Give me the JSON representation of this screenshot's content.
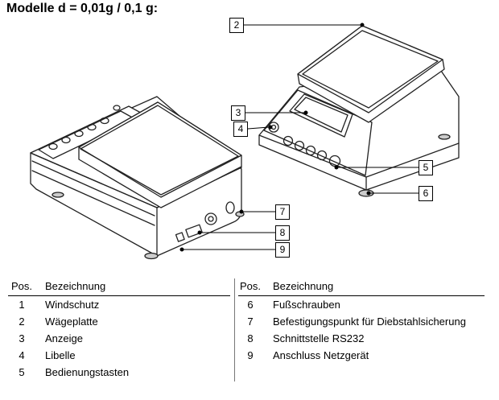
{
  "title": "Modelle d = 0,01g / 0,1 g:",
  "callouts": [
    "2",
    "3",
    "4",
    "5",
    "6",
    "7",
    "8",
    "9"
  ],
  "table": {
    "left": {
      "header_pos": "Pos.",
      "header_desc": "Bezeichnung",
      "rows": [
        {
          "pos": "1",
          "desc": "Windschutz"
        },
        {
          "pos": "2",
          "desc": "Wägeplatte"
        },
        {
          "pos": "3",
          "desc": "Anzeige"
        },
        {
          "pos": "4",
          "desc": "Libelle"
        },
        {
          "pos": "5",
          "desc": "Bedienungstasten"
        }
      ]
    },
    "right": {
      "header_pos": "Pos.",
      "header_desc": "Bezeichnung",
      "rows": [
        {
          "pos": "6",
          "desc": "Fußschrauben"
        },
        {
          "pos": "7",
          "desc": "Befestigungspunkt für Diebstahlsicherung"
        },
        {
          "pos": "8",
          "desc": "Schnittstelle RS232"
        },
        {
          "pos": "9",
          "desc": "Anschluss Netzgerät"
        }
      ]
    }
  }
}
